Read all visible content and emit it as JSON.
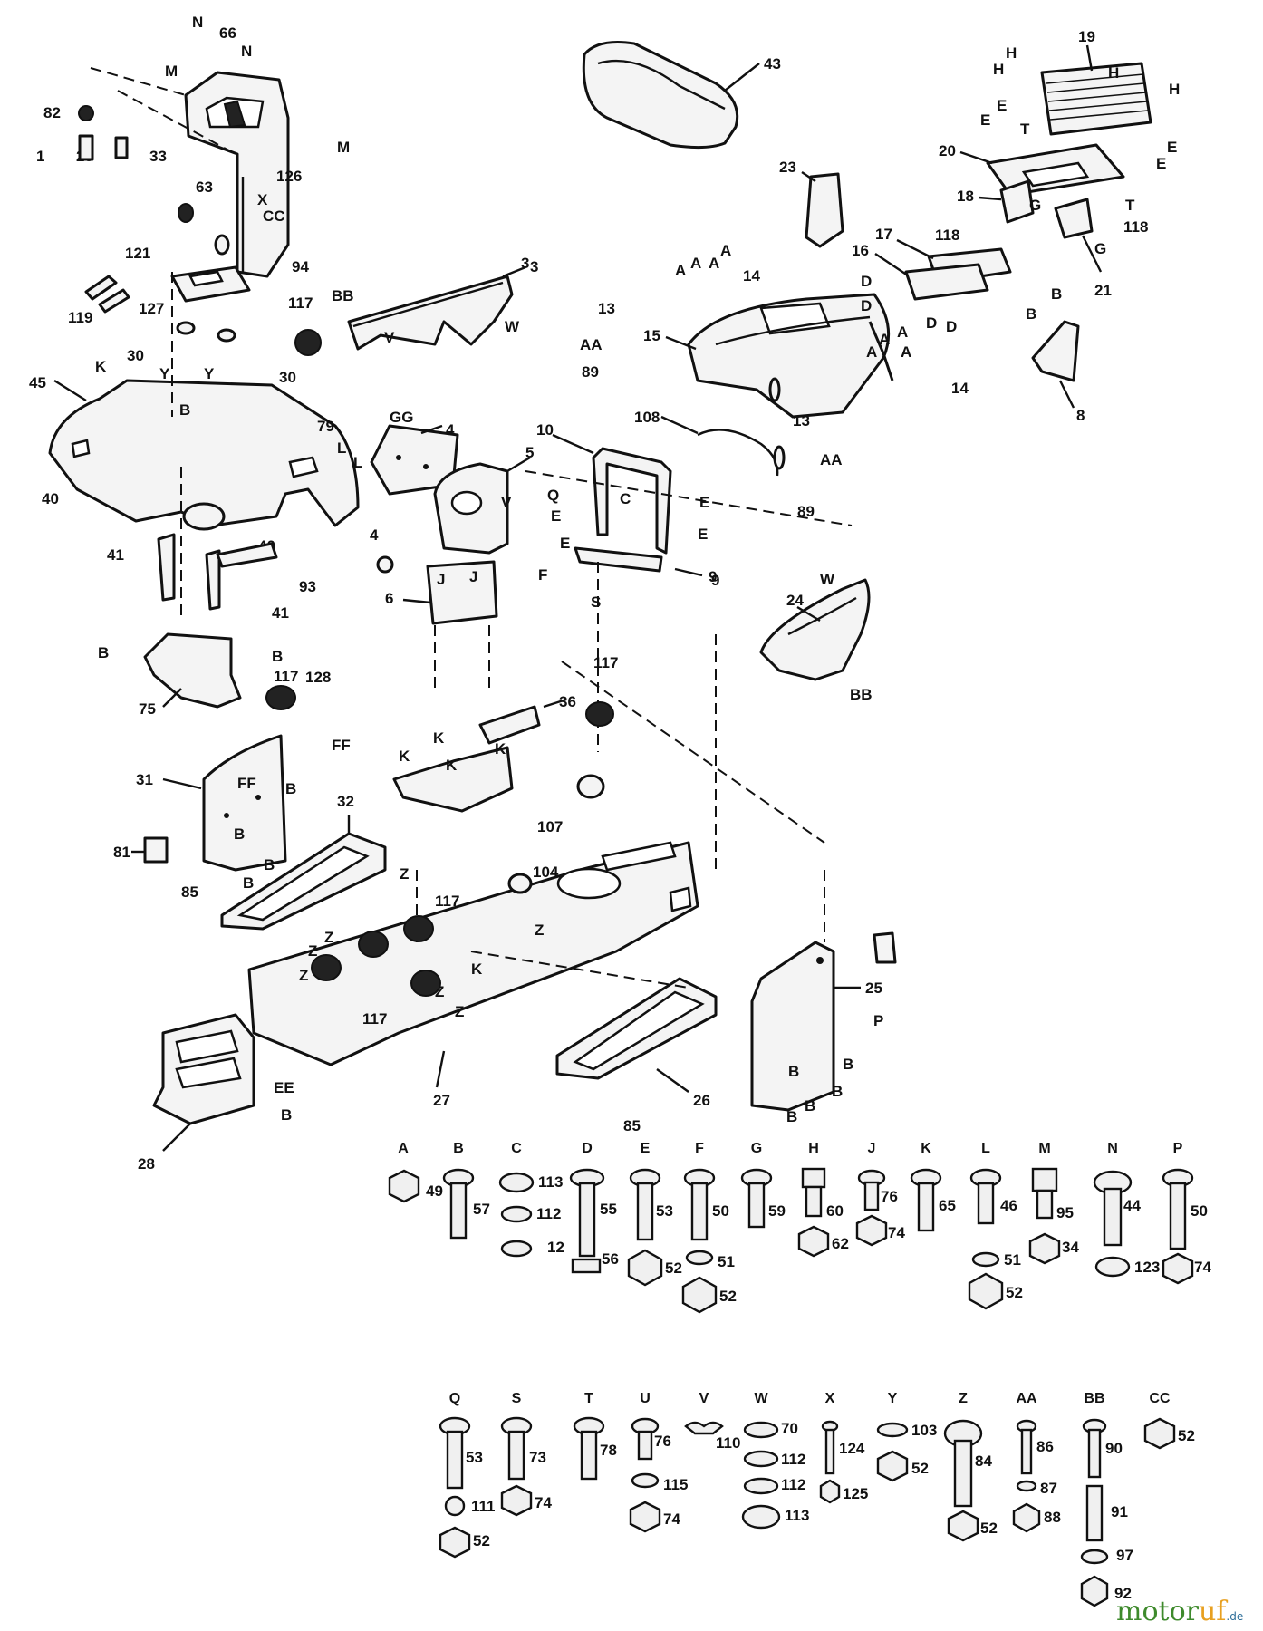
{
  "diagram": {
    "parts": {
      "console": {
        "number": "66"
      },
      "seat": {
        "number": "43"
      },
      "grille": {
        "number": "19"
      },
      "grille_support": {
        "number": "20"
      },
      "bracket_18": {
        "number": "18"
      },
      "bracket_21": {
        "number": "21"
      },
      "bracket_23": {
        "number": "23"
      },
      "rail_17": {
        "number": "17"
      },
      "rail_16": {
        "number": "16"
      },
      "hood": {
        "number": "15"
      },
      "bracket_8": {
        "number": "8"
      },
      "side_panel_3": {
        "number": "3"
      },
      "plate_127": {
        "number": "127"
      },
      "fender_deck": {
        "number": "45"
      },
      "panel_4": {
        "number": "4"
      },
      "dash_housing": {
        "number": "5"
      },
      "handle_10": {
        "number": "10"
      },
      "cable_108": {
        "number": "108"
      },
      "side_panel_24": {
        "number": "24"
      },
      "bracket_6": {
        "number": "6"
      },
      "bracket_9": {
        "number": "9"
      },
      "plate_75": {
        "number": "75"
      },
      "plate_36": {
        "number": "36"
      },
      "panel_31": {
        "number": "31"
      },
      "footrest_32": {
        "number": "32"
      },
      "frame_27": {
        "number": "27"
      },
      "bracket_25": {
        "number": "25"
      },
      "footrest_26": {
        "number": "26"
      },
      "step_28": {
        "number": "28"
      },
      "part_81": {
        "number": "81"
      }
    },
    "callouts": [
      "1",
      "82",
      "25",
      "33",
      "126",
      "63",
      "121",
      "94",
      "119",
      "117",
      "30",
      "30",
      "3",
      "79",
      "40",
      "40",
      "41",
      "41",
      "93",
      "117",
      "128",
      "4",
      "14",
      "14",
      "13",
      "13",
      "89",
      "89",
      "118",
      "118",
      "117",
      "107",
      "104",
      "117",
      "117",
      "85",
      "85",
      "9",
      "P"
    ],
    "letters": [
      "N",
      "N",
      "M",
      "M",
      "X",
      "CC",
      "BB",
      "V",
      "W",
      "K",
      "Y",
      "Y",
      "B",
      "B",
      "B",
      "L",
      "L",
      "GG",
      "H",
      "H",
      "H",
      "H",
      "E",
      "E",
      "E",
      "E",
      "T",
      "T",
      "G",
      "G",
      "A",
      "A",
      "A",
      "A",
      "A",
      "A",
      "A",
      "A",
      "AA",
      "AA",
      "D",
      "D",
      "D",
      "D",
      "B",
      "B",
      "Q",
      "E",
      "E",
      "C",
      "E",
      "E",
      "F",
      "S",
      "J",
      "J",
      "V",
      "W",
      "BB",
      "K",
      "K",
      "K",
      "K",
      "FF",
      "FF",
      "B",
      "B",
      "B",
      "B",
      "Z",
      "Z",
      "Z",
      "Z",
      "Z",
      "Z",
      "Z",
      "K",
      "P",
      "B",
      "B",
      "B",
      "B",
      "B",
      "EE",
      "B"
    ]
  },
  "hardware": {
    "row1": [
      {
        "letter": "A",
        "items": [
          "49"
        ]
      },
      {
        "letter": "B",
        "items": [
          "57"
        ]
      },
      {
        "letter": "C",
        "items": [
          "113",
          "112",
          "12"
        ]
      },
      {
        "letter": "D",
        "items": [
          "55",
          "56"
        ]
      },
      {
        "letter": "E",
        "items": [
          "53",
          "52"
        ]
      },
      {
        "letter": "F",
        "items": [
          "50",
          "51",
          "52"
        ]
      },
      {
        "letter": "G",
        "items": [
          "59"
        ]
      },
      {
        "letter": "H",
        "items": [
          "60",
          "62"
        ]
      },
      {
        "letter": "J",
        "items": [
          "76",
          "74"
        ]
      },
      {
        "letter": "K",
        "items": [
          "65"
        ]
      },
      {
        "letter": "L",
        "items": [
          "46",
          "51",
          "52"
        ]
      },
      {
        "letter": "M",
        "items": [
          "95",
          "34"
        ]
      },
      {
        "letter": "N",
        "items": [
          "44",
          "123"
        ]
      },
      {
        "letter": "P",
        "items": [
          "50",
          "74"
        ]
      }
    ],
    "row2": [
      {
        "letter": "Q",
        "items": [
          "53",
          "111",
          "52"
        ]
      },
      {
        "letter": "S",
        "items": [
          "73",
          "74"
        ]
      },
      {
        "letter": "T",
        "items": [
          "78"
        ]
      },
      {
        "letter": "U",
        "items": [
          "76",
          "115",
          "74"
        ]
      },
      {
        "letter": "V",
        "items": [
          "110"
        ]
      },
      {
        "letter": "W",
        "items": [
          "70",
          "112",
          "112",
          "113"
        ]
      },
      {
        "letter": "X",
        "items": [
          "124",
          "125"
        ]
      },
      {
        "letter": "Y",
        "items": [
          "103",
          "52"
        ]
      },
      {
        "letter": "Z",
        "items": [
          "84",
          "52"
        ]
      },
      {
        "letter": "AA",
        "items": [
          "86",
          "87",
          "88"
        ]
      },
      {
        "letter": "BB",
        "items": [
          "90",
          "91",
          "97",
          "92"
        ]
      },
      {
        "letter": "CC",
        "items": [
          "52"
        ]
      }
    ]
  },
  "watermark": {
    "brand_part1": "motor",
    "brand_part2": "uf",
    "domain": ".de"
  }
}
